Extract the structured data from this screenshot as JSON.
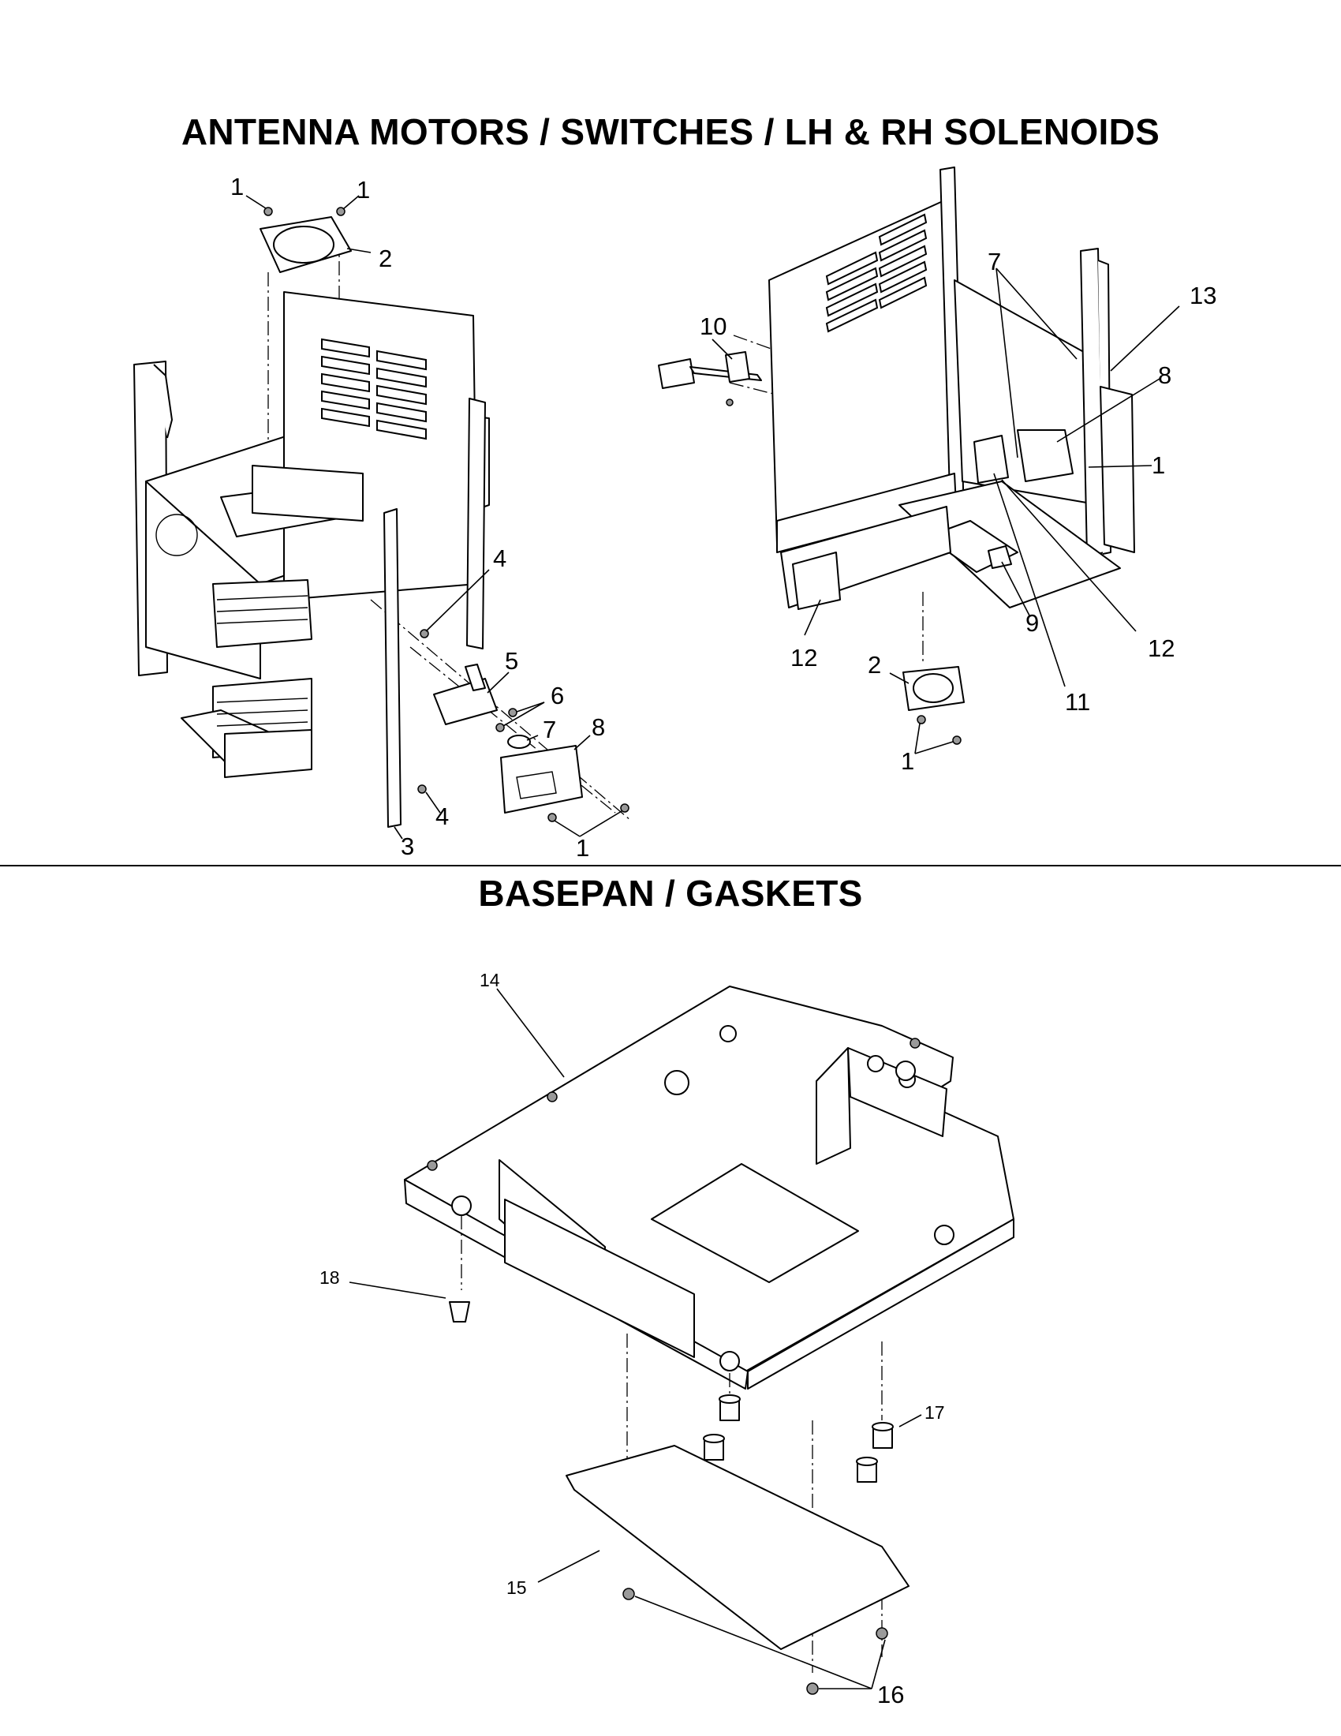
{
  "titles": {
    "section1": "ANTENNA MOTORS / SWITCHES / LH & RH SOLENOIDS",
    "section2": "BASEPAN / GASKETS"
  },
  "callouts_left": {
    "c1a": "1",
    "c1b": "1",
    "c2": "2",
    "c4a": "4",
    "c5": "5",
    "c6": "6",
    "c7": "7",
    "c8": "8",
    "c4b": "4",
    "c3": "3",
    "c1c": "1"
  },
  "callouts_right": {
    "c10": "10",
    "c7": "7",
    "c13": "13",
    "c8": "8",
    "c1a": "1",
    "c9": "9",
    "c12a": "12",
    "c12b": "12",
    "c2": "2",
    "c11": "11",
    "c1b": "1"
  },
  "callouts_bottom": {
    "c14": "14",
    "c18": "18",
    "c17": "17",
    "c15": "15",
    "c16": "16"
  }
}
